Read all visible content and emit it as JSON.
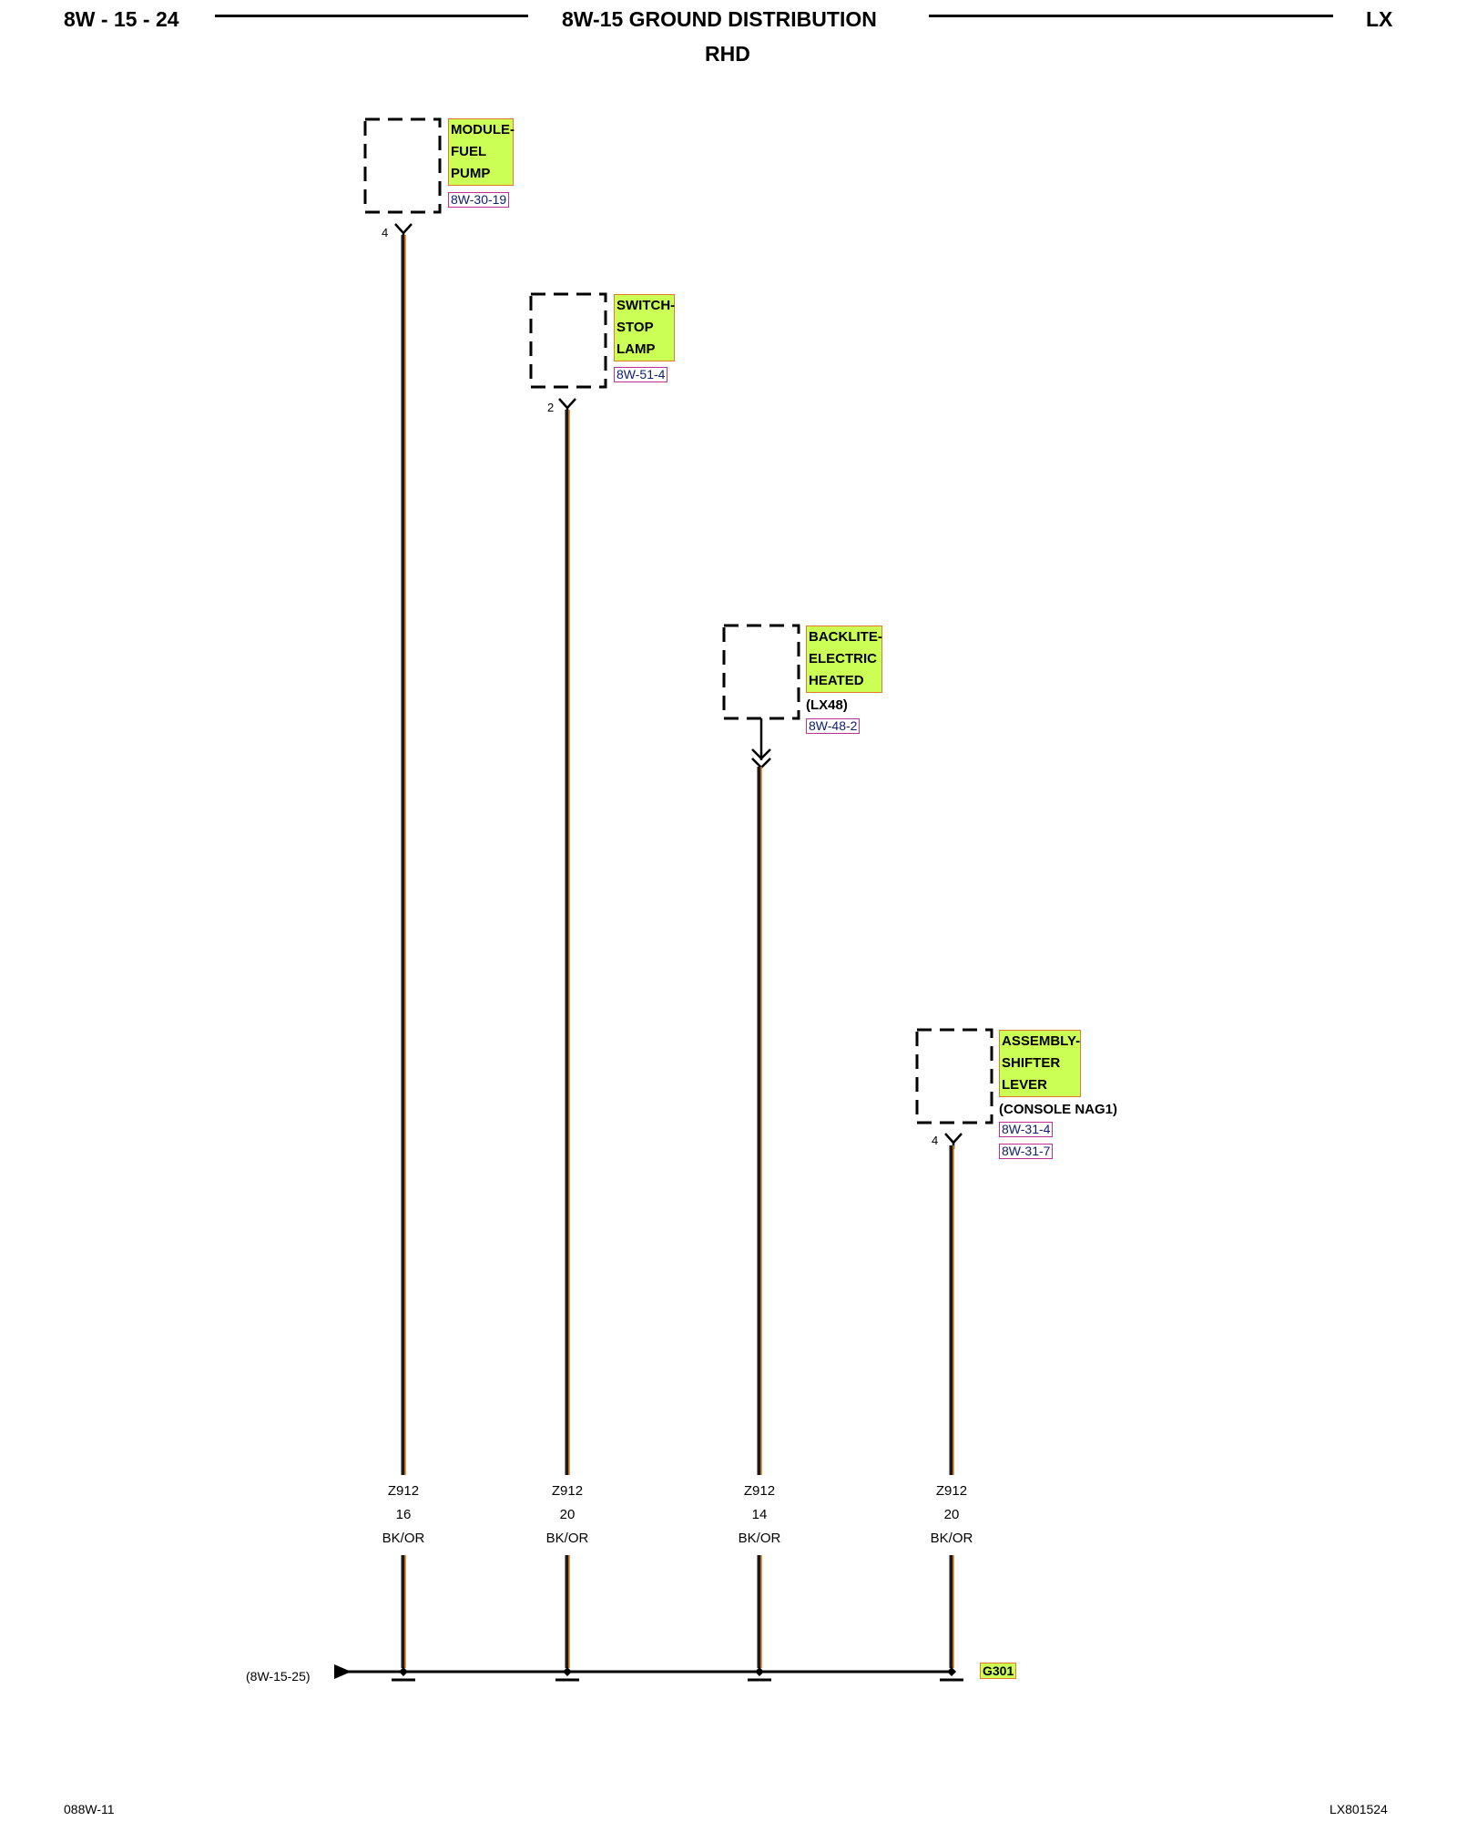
{
  "header": {
    "page_number": "8W - 15 - 24",
    "title": "8W-15 GROUND DISTRIBUTION",
    "subtitle": "RHD",
    "model": "LX"
  },
  "components": [
    {
      "name_lines": [
        "MODULE-",
        "FUEL",
        "PUMP"
      ],
      "option": "",
      "refs": [
        "8W-30-19"
      ],
      "pin": "4",
      "circuit": "Z912",
      "gauge": "16",
      "color_code": "BK/OR"
    },
    {
      "name_lines": [
        "SWITCH-",
        "STOP",
        "LAMP"
      ],
      "option": "",
      "refs": [
        "8W-51-4"
      ],
      "pin": "2",
      "circuit": "Z912",
      "gauge": "20",
      "color_code": "BK/OR"
    },
    {
      "name_lines": [
        "BACKLITE-",
        "ELECTRIC",
        "HEATED"
      ],
      "option": "(LX48)",
      "refs": [
        "8W-48-2"
      ],
      "pin": "",
      "circuit": "Z912",
      "gauge": "14",
      "color_code": "BK/OR"
    },
    {
      "name_lines": [
        "ASSEMBLY-",
        "SHIFTER",
        "LEVER"
      ],
      "option": "(CONSOLE NAG1)",
      "refs": [
        "8W-31-4",
        "8W-31-7"
      ],
      "pin": "4",
      "circuit": "Z912",
      "gauge": "20",
      "color_code": "BK/OR"
    }
  ],
  "bus": {
    "continuation_ref": "(8W-15-25)",
    "ground_point": "G301"
  },
  "colors": {
    "wire_black": "#1a1a1a",
    "wire_orange": "#e08020",
    "label_fill": "#ccff55",
    "label_border": "#e07a2e",
    "ref_border": "#c03090"
  },
  "footer": {
    "left_code": "088W-11",
    "right_code": "LX801524"
  }
}
